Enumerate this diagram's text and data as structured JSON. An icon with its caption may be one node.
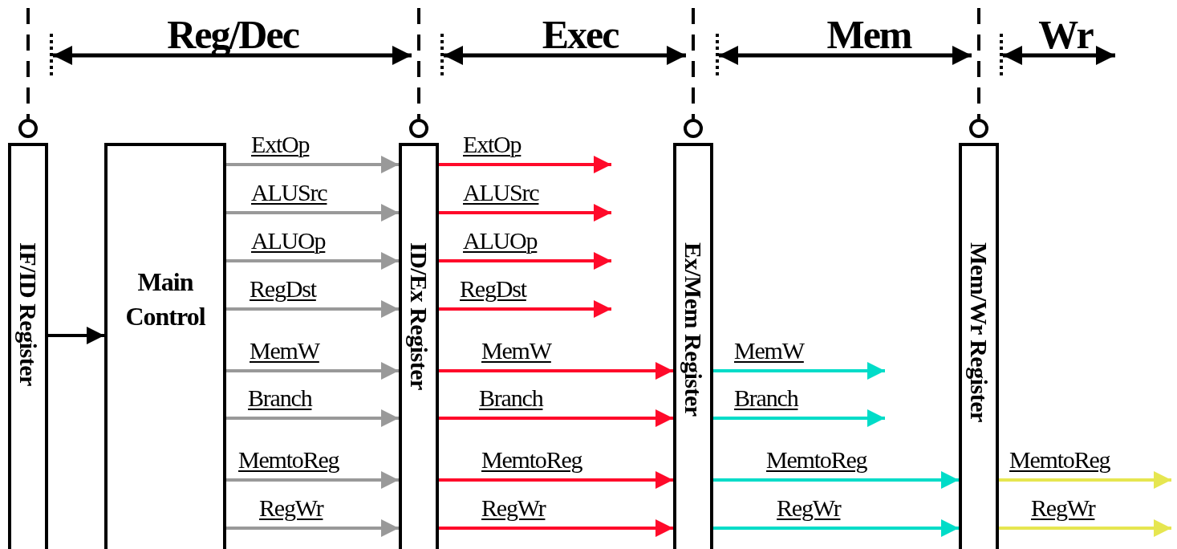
{
  "diagram": {
    "nodes": [
      {
        "text": [
          "IF/ID Register"
        ]
      },
      {
        "text": [
          "Main Control"
        ]
      },
      {
        "text": [
          "ID/Ex Register"
        ]
      },
      {
        "text": [
          "Ex/Mem Register"
        ]
      },
      {
        "text": [
          "Mem/Wr Register"
        ]
      }
    ],
    "edges": [
      {
        "from": 0,
        "to": 1,
        "arrow": "to",
        "color": "#000000"
      },
      {
        "from": 1,
        "to": 2,
        "arrow": "to",
        "label": "ExtOp",
        "color": "#999999"
      },
      {
        "from": 1,
        "to": 2,
        "arrow": "to",
        "label": "ALUSrc",
        "color": "#999999"
      },
      {
        "from": 1,
        "to": 2,
        "arrow": "to",
        "label": "ALUOp",
        "color": "#999999"
      },
      {
        "from": 1,
        "to": 2,
        "arrow": "to",
        "label": "RegDst",
        "color": "#999999"
      },
      {
        "from": 1,
        "to": 2,
        "arrow": "to",
        "label": "MemW",
        "color": "#999999"
      },
      {
        "from": 1,
        "to": 2,
        "arrow": "to",
        "label": "Branch",
        "color": "#999999"
      },
      {
        "from": 1,
        "to": 2,
        "arrow": "to",
        "label": "MemtoReg",
        "color": "#999999"
      },
      {
        "from": 1,
        "to": 2,
        "arrow": "to",
        "label": "RegWr",
        "color": "#999999"
      },
      {
        "from": 2,
        "to": null,
        "arrow": "to",
        "label": "ExtOp",
        "color": "#ff0a2a"
      },
      {
        "from": 2,
        "to": null,
        "arrow": "to",
        "label": "ALUSrc",
        "color": "#ff0a2a"
      },
      {
        "from": 2,
        "to": null,
        "arrow": "to",
        "label": "ALUOp",
        "color": "#ff0a2a"
      },
      {
        "from": 2,
        "to": null,
        "arrow": "to",
        "label": "RegDst",
        "color": "#ff0a2a"
      },
      {
        "from": 2,
        "to": 3,
        "arrow": "to",
        "label": "MemW",
        "color": "#ff0a2a"
      },
      {
        "from": 2,
        "to": 3,
        "arrow": "to",
        "label": "Branch",
        "color": "#ff0a2a"
      },
      {
        "from": 2,
        "to": 3,
        "arrow": "to",
        "label": "MemtoReg",
        "color": "#ff0a2a"
      },
      {
        "from": 2,
        "to": 3,
        "arrow": "to",
        "label": "RegWr",
        "color": "#ff0a2a"
      },
      {
        "from": 3,
        "to": null,
        "arrow": "to",
        "label": "MemW",
        "color": "#00dcc8"
      },
      {
        "from": 3,
        "to": null,
        "arrow": "to",
        "label": "Branch",
        "color": "#00dcc8"
      },
      {
        "from": 3,
        "to": 4,
        "arrow": "to",
        "label": "MemtoReg",
        "color": "#00dcc8"
      },
      {
        "from": 3,
        "to": 4,
        "arrow": "to",
        "label": "RegWr",
        "color": "#00dcc8"
      },
      {
        "from": 4,
        "to": null,
        "arrow": "to",
        "label": "MemtoReg",
        "color": "#e6e650"
      },
      {
        "from": 4,
        "to": null,
        "arrow": "to",
        "label": "RegWr",
        "color": "#e6e650"
      }
    ],
    "labels": [
      "Reg/Dec",
      "Exec",
      "Mem",
      "Wr"
    ]
  }
}
